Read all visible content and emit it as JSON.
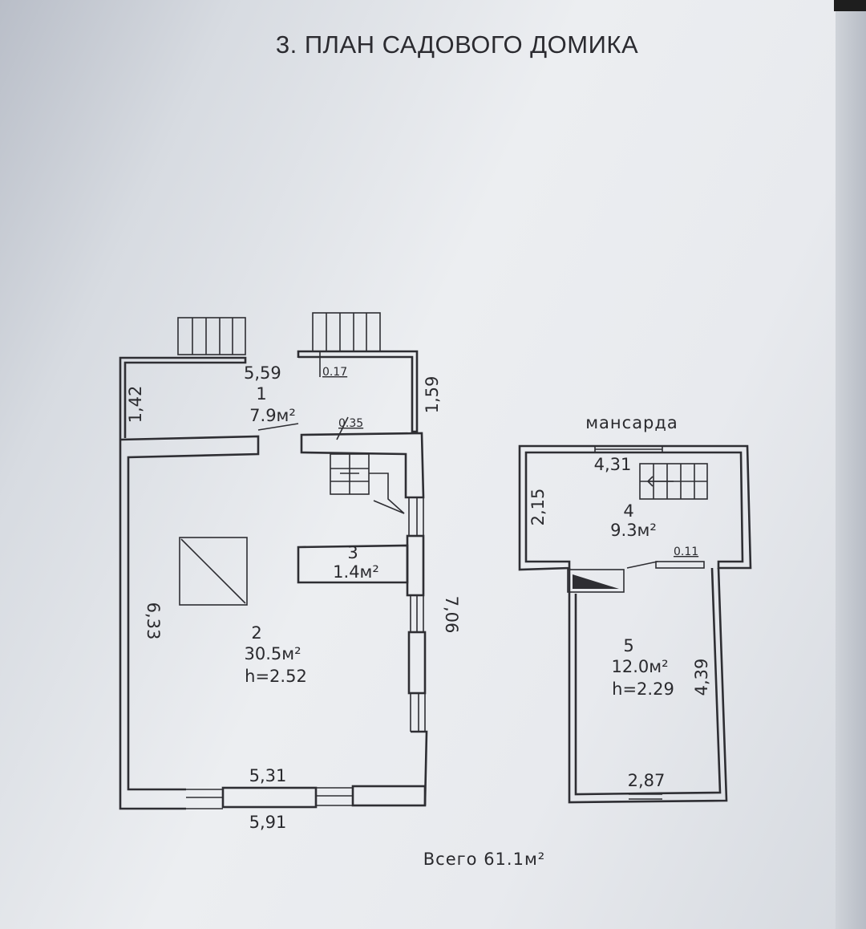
{
  "title": "3. ПЛАН САДОВОГО ДОМИКА",
  "ground_floor": {
    "room1": {
      "number": "1",
      "area": "7.9м²",
      "width": "5,59",
      "depth_left": "1,42",
      "depth_right": "1,59"
    },
    "room2": {
      "number": "2",
      "area": "30.5м²",
      "height": "h=2.52",
      "depth": "6,33",
      "inner_width": "5,31",
      "outer_width": "5,91",
      "outer_depth": "7,06"
    },
    "room3": {
      "number": "3",
      "area": "1.4м²"
    },
    "wall_marks": {
      "upper": "0.17",
      "lower": "0.35"
    }
  },
  "attic": {
    "label": "мансарда",
    "room4": {
      "number": "4",
      "area": "9.3м²",
      "width": "4,31",
      "depth": "2,15"
    },
    "room5": {
      "number": "5",
      "area": "12.0м²",
      "height": "h=2.29",
      "depth": "4,39",
      "width": "2,87"
    },
    "wall_mark": "0.11"
  },
  "total": "Всего 61.1м²"
}
